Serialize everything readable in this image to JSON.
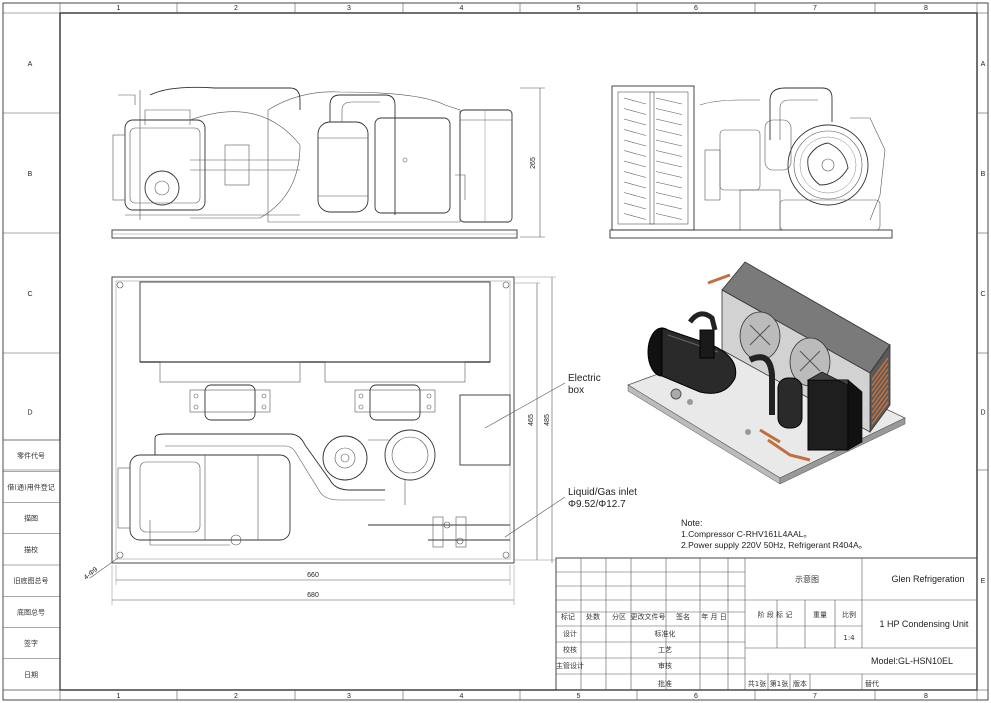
{
  "grid": {
    "columns": [
      "1",
      "2",
      "3",
      "4",
      "5",
      "6",
      "7",
      "8"
    ],
    "rows": [
      "A",
      "B",
      "C",
      "D",
      "E"
    ]
  },
  "left_labels": [
    "零件代号",
    "借(通)用件登记",
    "描图",
    "描校",
    "旧底图总号",
    "底图总号",
    "签字",
    "日期"
  ],
  "dimensions": {
    "front_height": "265",
    "plan_depth_outer": "485",
    "plan_depth_inner": "465",
    "plan_width_inner": "660",
    "plan_width_outer": "680",
    "hole": "4-Φ9"
  },
  "callouts": {
    "electric_box": [
      "Electric",
      "box"
    ],
    "inlet_title": "Liquid/Gas inlet",
    "inlet_size": "Φ9.52/Φ12.7"
  },
  "notes": {
    "heading": "Note:",
    "line1": "1.Compressor C-RHV161L4AAL。",
    "line2": "2.Power supply 220V 50Hz,  Refrigerant R404A。"
  },
  "title_block": {
    "company": "Glen Refrigeration",
    "product": "1 HP Condensing Unit",
    "model": "Model:GL-HSN10EL",
    "diagram": "示意图",
    "scale": "1:4",
    "headers": [
      "标记",
      "处数",
      "分区",
      "更改文件号",
      "签名",
      "年 月 日"
    ],
    "stage_row": [
      "阶 段 标 记",
      "重量",
      "比例"
    ],
    "roles_left": [
      "设计",
      "校核",
      "主管设计"
    ],
    "roles_right": [
      "标准化",
      "工艺",
      "审核",
      "批准"
    ],
    "sheets": "共1张",
    "sheet_no": "第1张",
    "version": "版本",
    "replaces": "替代"
  }
}
